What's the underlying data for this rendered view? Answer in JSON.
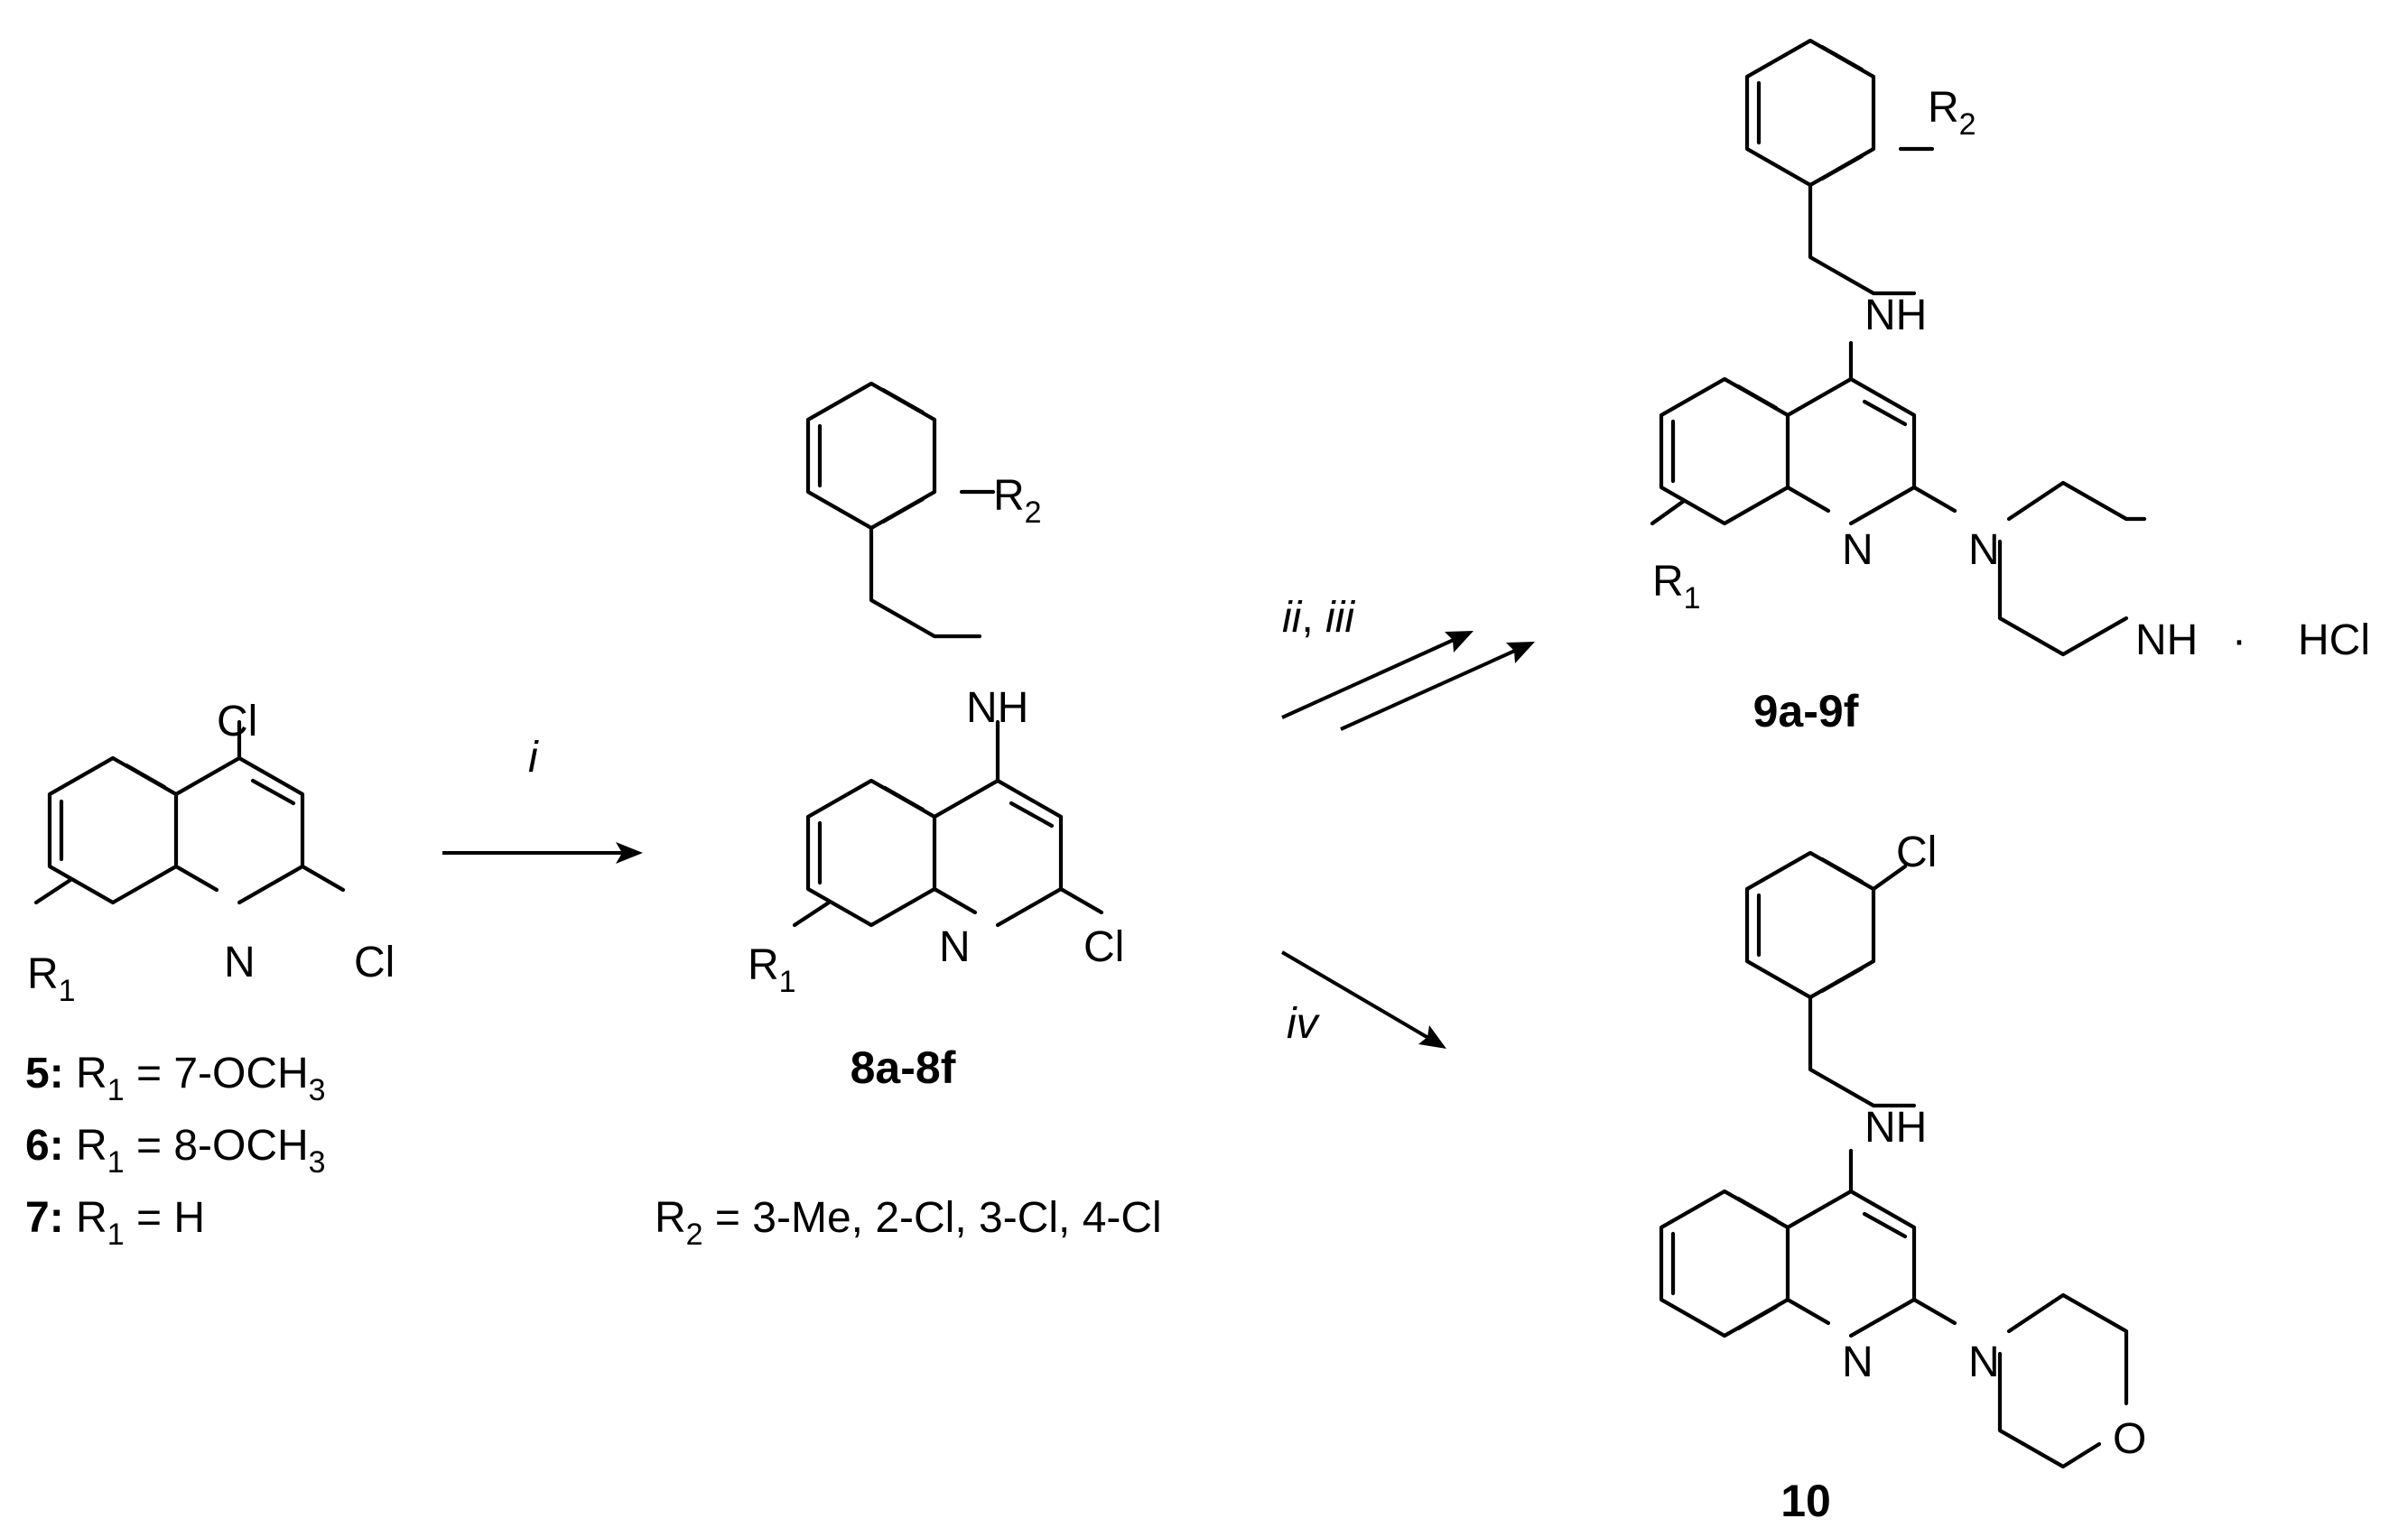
{
  "compound_5": {
    "atoms": {
      "cl4": "Cl",
      "cl2": "Cl",
      "n": "N",
      "r1": "R",
      "r1_sub": "1"
    },
    "legend": [
      {
        "label": "5:",
        "r": "R",
        "r_sub": "1",
        "eq": " = 7-OCH",
        "tail_sub": "3"
      },
      {
        "label": "6:",
        "r": "R",
        "r_sub": "1",
        "eq": " = 8-OCH",
        "tail_sub": "3"
      },
      {
        "label": "7:",
        "r": "R",
        "r_sub": "1",
        "eq": " = H",
        "tail_sub": ""
      }
    ]
  },
  "arrow_i": {
    "label": "i"
  },
  "compound_8": {
    "atoms": {
      "r2": "R",
      "r2_sub": "2",
      "nh": "NH",
      "n": "N",
      "cl": "Cl",
      "r1": "R",
      "r1_sub": "1"
    },
    "label": "8a-8f",
    "r2_note": {
      "r": "R",
      "r_sub": "2",
      "text": " = 3-Me, 2-Cl, 3-Cl, 4-Cl"
    }
  },
  "arrow_ii_iii": {
    "label_a": "ii",
    "sep": ", ",
    "label_b": "iii"
  },
  "compound_9": {
    "atoms": {
      "r2": "R",
      "r2_sub": "2",
      "nh": "NH",
      "n": "N",
      "n_pip": "N",
      "nh_pip": "NH",
      "r1": "R",
      "r1_sub": "1",
      "dot": "·",
      "salt": "HCl"
    },
    "label": "9a-9f"
  },
  "arrow_iv": {
    "label": "iv"
  },
  "compound_10": {
    "atoms": {
      "cl": "Cl",
      "nh": "NH",
      "n": "N",
      "n_morph": "N",
      "o": "O"
    },
    "label": "10"
  }
}
